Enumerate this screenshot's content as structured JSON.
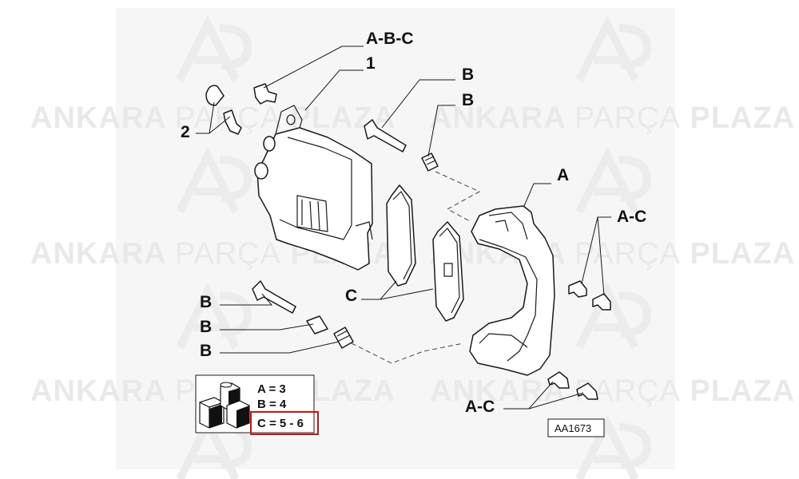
{
  "watermark": {
    "word1": "ANKARA",
    "word2": "PARÇA",
    "word3": "PLAZA"
  },
  "labels": {
    "abc_top": "A-B-C",
    "one": "1",
    "two": "2",
    "b_pin_top": "B",
    "b_boot_top": "B",
    "a_bracket": "A",
    "ac_upper": "A-C",
    "c_pads": "C",
    "b_pin_bottom": "B",
    "b_bush": "B",
    "b_boot_bottom": "B",
    "ac_lower": "A-C"
  },
  "legend": {
    "line_a": "A = 3",
    "line_b": "B = 4",
    "line_c": "C = 5 - 6"
  },
  "code": "AA1673",
  "colors": {
    "highlight": "#cc1111",
    "watermark": "#e9e9e9",
    "background": "#f4f4f4"
  }
}
